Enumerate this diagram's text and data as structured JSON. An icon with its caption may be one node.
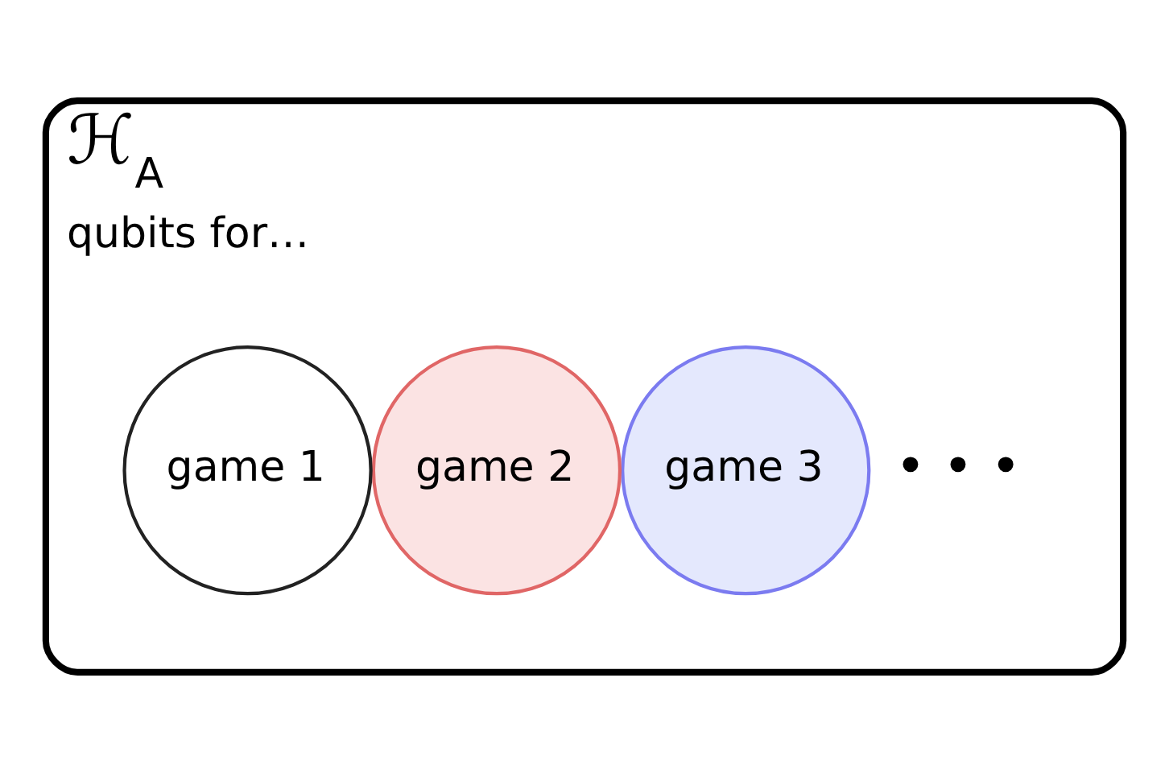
{
  "diagram": {
    "nodes": [
      {
        "text": [
          "ℋ$_{A}$",
          "qubits for…"
        ]
      },
      {
        "text": [
          "game 1"
        ],
        "in": 0
      },
      {
        "text": [
          "game 2"
        ],
        "in": 0
      },
      {
        "text": [
          "game 3"
        ],
        "in": 0
      }
    ],
    "edges": [],
    "labels": [
      "• • •"
    ]
  }
}
